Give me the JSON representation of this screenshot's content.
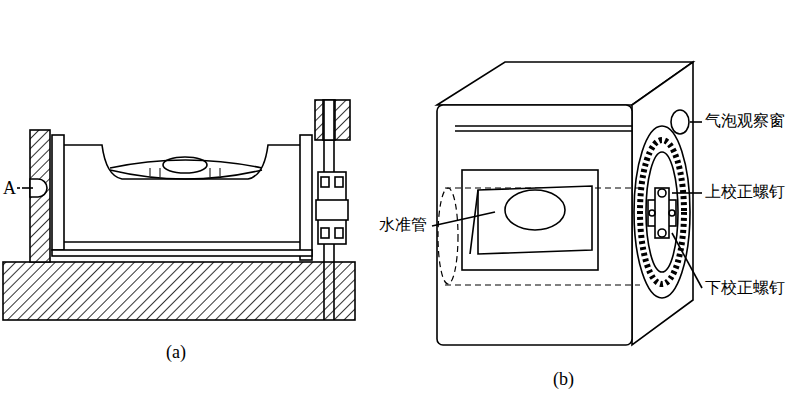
{
  "diagram": {
    "labels": [
      "A",
      "水准管",
      "气泡观察窗",
      "上校正螺钉",
      "下校正螺钉",
      "(a)",
      "(b)"
    ]
  }
}
